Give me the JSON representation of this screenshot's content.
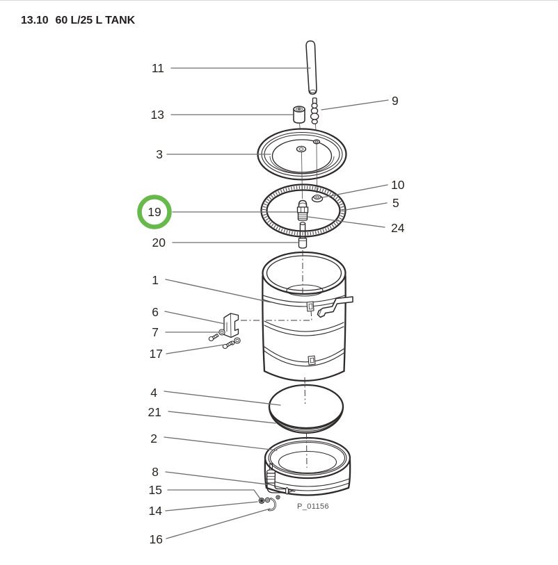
{
  "title": {
    "section_number": "13.10",
    "section_name": "60 L/25 L TANK"
  },
  "figure": {
    "drawing_code": "P_01156",
    "highlighted_callout": "19"
  },
  "callouts": {
    "c11": "11",
    "c13": "13",
    "c9": "9",
    "c3": "3",
    "c10": "10",
    "c5": "5",
    "c19": "19",
    "c24": "24",
    "c20": "20",
    "c1": "1",
    "c6": "6",
    "c7": "7",
    "c17": "17",
    "c4": "4",
    "c21": "21",
    "c2": "2",
    "c8": "8",
    "c15": "15",
    "c14": "14",
    "c16": "16"
  },
  "colors": {
    "highlight": "#68b94c",
    "line": "#2d2a2a",
    "leader": "#6f6f6f",
    "label": "#29241f"
  }
}
